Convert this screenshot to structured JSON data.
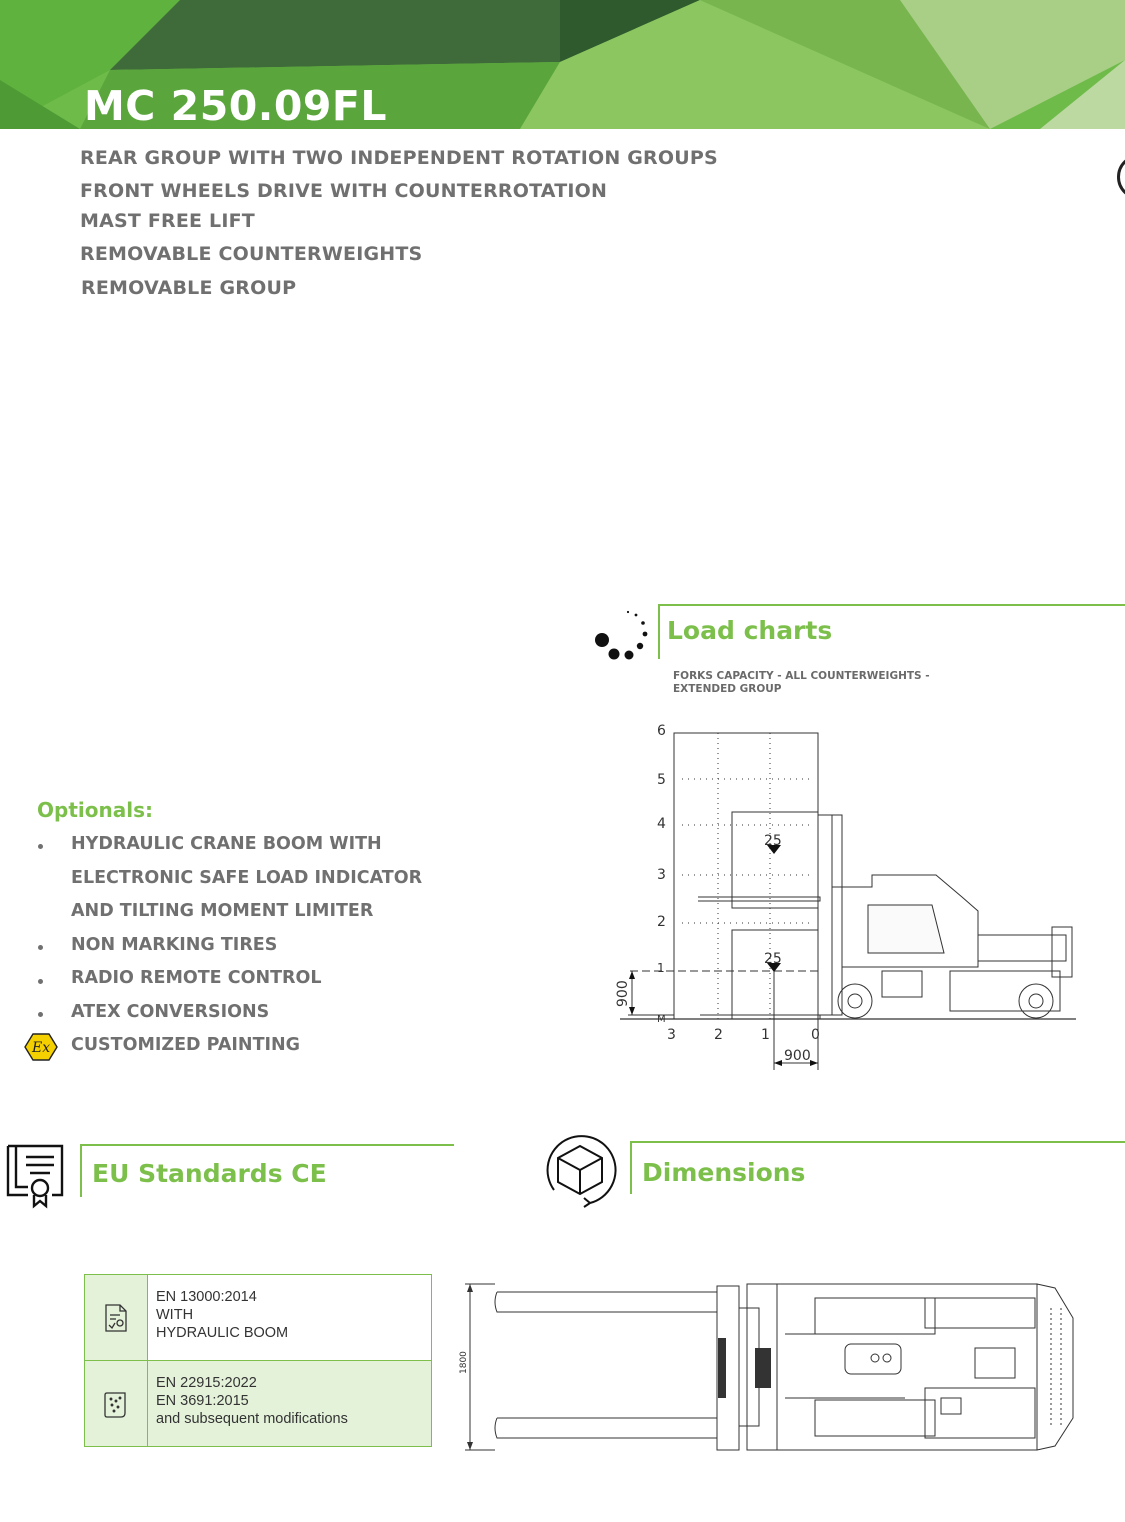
{
  "header": {
    "title": "MC 250.09FL",
    "colors": {
      "dark": "#3f6b3a",
      "mid": "#66b845",
      "light": "#a8d07f"
    }
  },
  "features": [
    "REAR GROUP WITH TWO INDEPENDENT ROTATION GROUPS",
    "FRONT WHEELS DRIVE WITH COUNTERROTATION",
    "MAST FREE LIFT",
    "REMOVABLE COUNTERWEIGHTS",
    "REMOVABLE GROUP"
  ],
  "optionals": {
    "title": "Optionals:",
    "items": [
      "HYDRAULIC CRANE BOOM WITH",
      "ELECTRONIC SAFE LOAD INDICATOR",
      "AND TILTING MOMENT LIMITER",
      "NON MARKING TIRES",
      "RADIO REMOTE CONTROL",
      "ATEX CONVERSIONS",
      "CUSTOMIZED PAINTING"
    ],
    "atex_icon": "Ex"
  },
  "load_charts": {
    "title": "Load charts",
    "subtitle": "FORKS CAPACITY - ALL COUNTERWEIGHTS - EXTENDED GROUP",
    "icon": "dots-loading-icon",
    "y_ticks": [
      "6",
      "5",
      "4",
      "3",
      "2",
      "1",
      "M"
    ],
    "x_ticks": [
      "3",
      "2",
      "1",
      "0"
    ],
    "capacity_labels": [
      "25",
      "25"
    ],
    "dim_vertical": "900",
    "dim_horizontal": "900"
  },
  "eu_standards": {
    "title": "EU Standards CE",
    "icon": "certificate-icon",
    "rows": [
      {
        "lines": [
          "EN 13000:2014",
          "WITH",
          "HYDRAULIC BOOM"
        ],
        "icon": "document-check-icon"
      },
      {
        "lines": [
          "EN 22915:2022",
          "EN 3691:2015",
          "and subsequent modifications"
        ],
        "icon": "scroll-icon"
      }
    ]
  },
  "dimensions": {
    "title": "Dimensions",
    "icon": "cube-rotate-icon",
    "width_label": "1800"
  },
  "accent": "#7cc04b"
}
